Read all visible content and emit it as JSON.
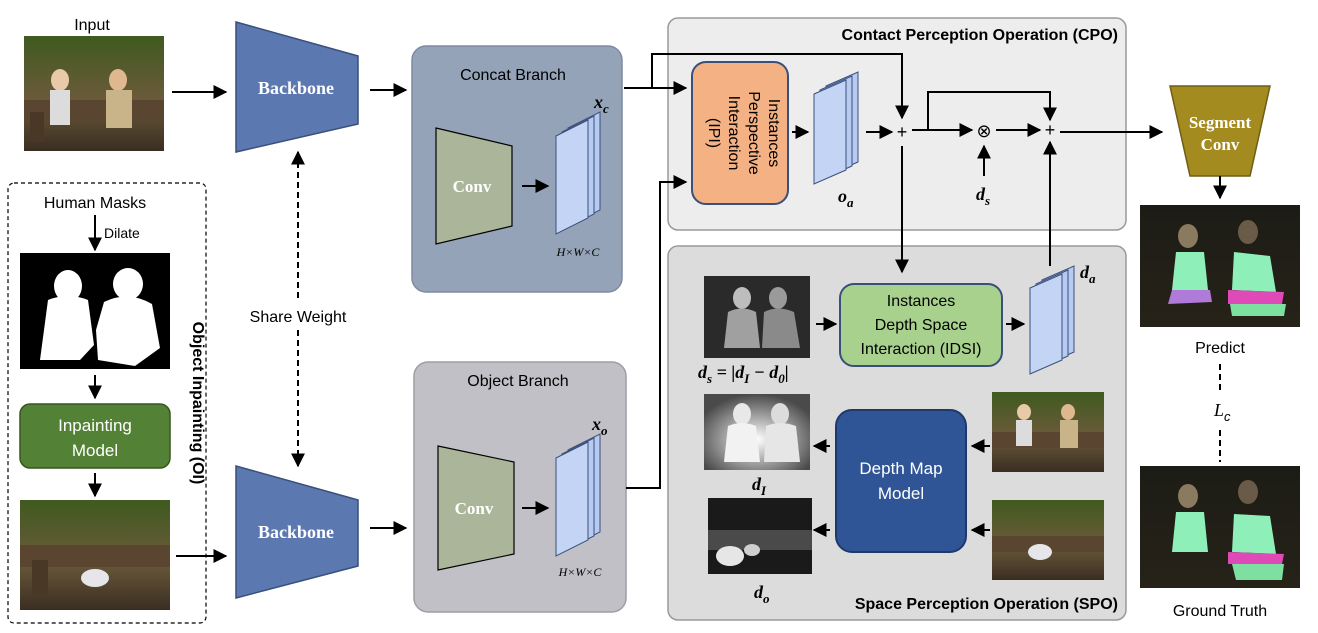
{
  "labels": {
    "input": "Input",
    "human_masks": "Human Masks",
    "dilate": "Dilate",
    "object_inpainting": "Object Inpainting (OI)",
    "inpainting_model_line1": "Inpainting",
    "inpainting_model_line2": "Model",
    "backbone_top": "Backbone",
    "backbone_bottom": "Backbone",
    "share_weight": "Share Weight",
    "concat_branch": "Concat Branch",
    "object_branch": "Object Branch",
    "conv_top": "Conv",
    "conv_bottom": "Conv",
    "x_c": "x",
    "x_c_sub": "c",
    "x_o": "x",
    "x_o_sub": "o",
    "hwc_top": "H×W×C",
    "hwc_bottom": "H×W×C",
    "cpo_title": "Contact Perception Operation (CPO)",
    "ipi_line1": "Instances",
    "ipi_line2": "Perspective",
    "ipi_line3": "Interaction",
    "ipi_line4": "(IPI)",
    "o_a": "o",
    "o_a_sub": "a",
    "d_s": "d",
    "d_s_sub": "s",
    "plus1": "+",
    "otimes": "⊗",
    "plus2": "+",
    "segment_conv_line1": "Segment",
    "segment_conv_line2": "Conv",
    "spo_title": "Space Perception Operation (SPO)",
    "idsi_line1": "Instances",
    "idsi_line2": "Depth Space",
    "idsi_line3": "Interaction (IDSI)",
    "d_a": "d",
    "d_a_sub": "a",
    "ds_formula": "d",
    "ds_formula_sub": "s",
    "ds_formula_rest": " = |",
    "ds_formula_d": "d",
    "ds_formula_dsub": "I",
    "ds_formula_minus": " − ",
    "ds_formula_d0": "d",
    "ds_formula_d0sub": "0",
    "ds_formula_end": "|",
    "depth_map_line1": "Depth Map",
    "depth_map_line2": "Model",
    "d_I": "d",
    "d_I_sub": "I",
    "d_o": "d",
    "d_o_sub": "o",
    "predict": "Predict",
    "loss": "L",
    "loss_sub": "c",
    "ground_truth": "Ground Truth"
  },
  "colors": {
    "backbone": "#5b78b0",
    "concat_panel": "#94a3b8",
    "object_panel": "#c0c0c6",
    "conv": "#aab59a",
    "feature": "#b7cbf2",
    "ipi": "#f4b183",
    "idsi": "#a9d18e",
    "inpaint": "#538135",
    "depth_model": "#2f5597",
    "segment": "#a38b1f",
    "cpo_bg": "#ededed",
    "spo_bg": "#dcdcdc"
  }
}
